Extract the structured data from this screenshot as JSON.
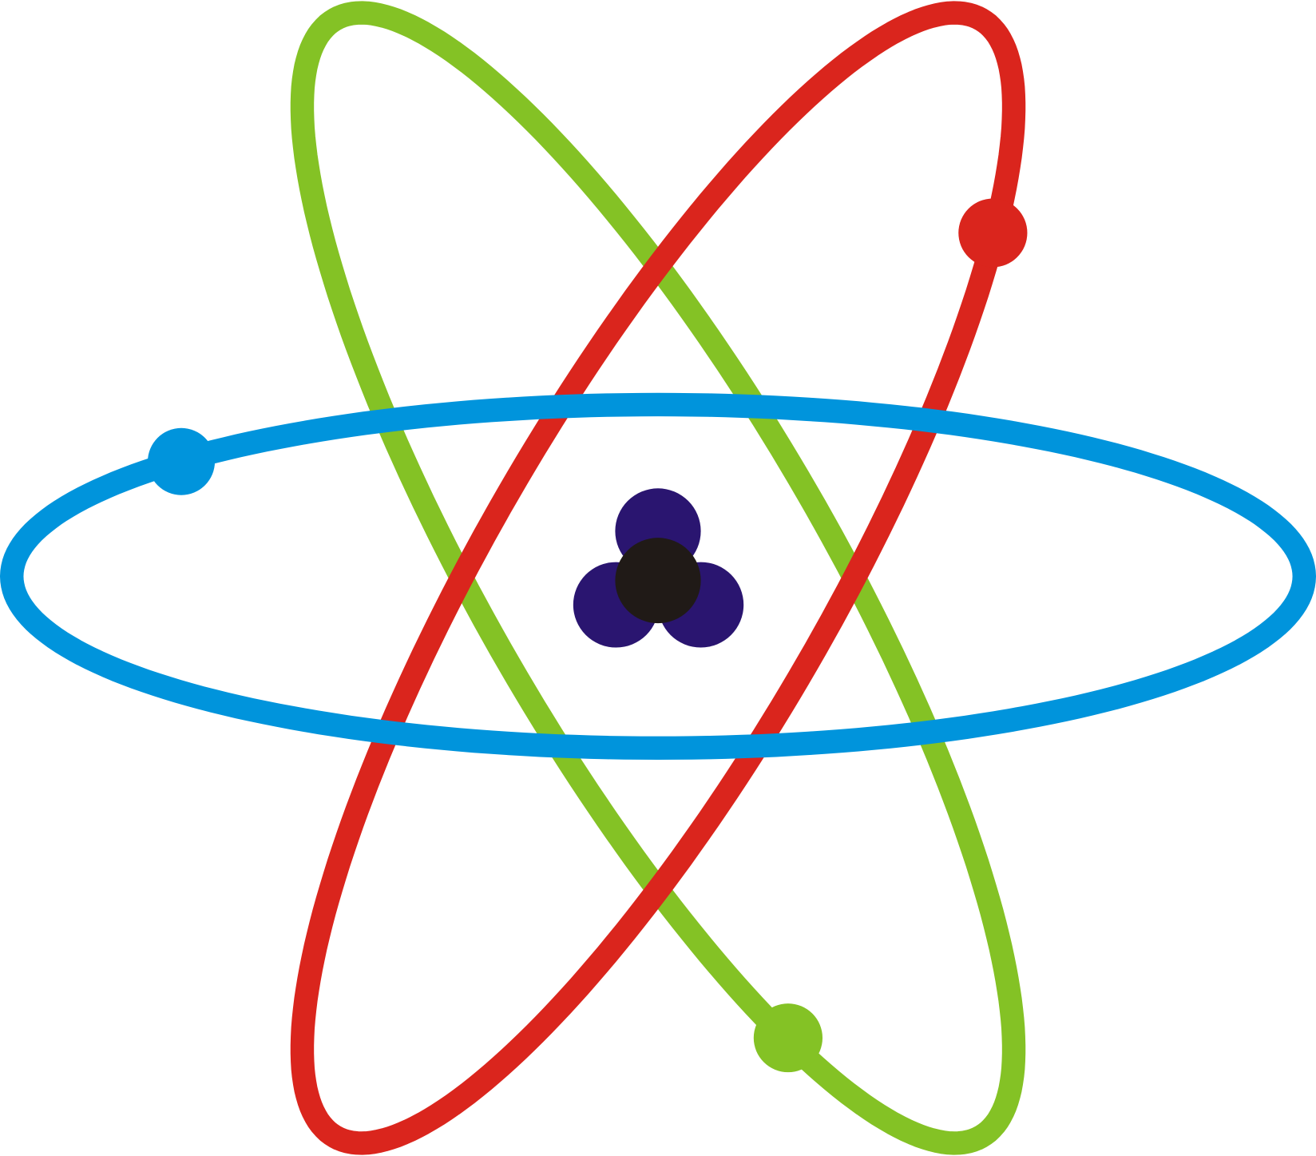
{
  "diagram": {
    "subject": "atom-symbol",
    "colors": {
      "orbit_blue": "#0094dc",
      "orbit_green": "#84c225",
      "orbit_red": "#da251d",
      "proton": "#2a1570",
      "neutron": "#201a17",
      "background": "#ffffff"
    },
    "orbits": [
      {
        "name": "green-orbit",
        "color_key": "orbit_green",
        "rotation_deg": 60
      },
      {
        "name": "red-orbit",
        "color_key": "orbit_red",
        "rotation_deg": -60
      },
      {
        "name": "blue-orbit",
        "color_key": "orbit_blue",
        "rotation_deg": 0
      }
    ],
    "electron_count": 3,
    "nucleus_particle_count": 4
  }
}
